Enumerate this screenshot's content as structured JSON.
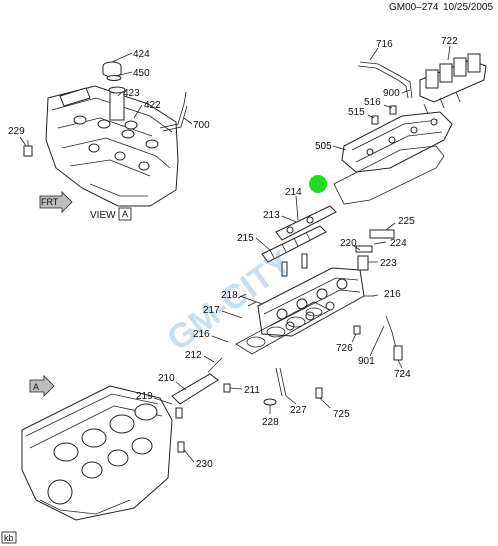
{
  "header": {
    "diagram_id": "GM00–274",
    "date": "10/25/2005"
  },
  "view_label": {
    "text": "VIEW",
    "letter": "A"
  },
  "view_marker": "A",
  "front_arrow_text": "FRT",
  "footer_code": "kb",
  "watermark": "GM-CITY",
  "highlight_color": "#22dd22",
  "callouts": {
    "c424": "424",
    "c450": "450",
    "c423": "423",
    "c422": "422",
    "c700": "700",
    "c229": "229",
    "c716": "716",
    "c722": "722",
    "c900": "900",
    "c516": "516",
    "c515": "515",
    "c505": "505",
    "c214": "214",
    "c213": "213",
    "c215": "215",
    "c225": "225",
    "c220": "220",
    "c224": "224",
    "c223": "223",
    "c218": "218",
    "c216a": "216",
    "c217": "217",
    "c216b": "216",
    "c212": "212",
    "c726": "726",
    "c901": "901",
    "c724": "724",
    "c210": "210",
    "c219": "219",
    "c211": "211",
    "c227": "227",
    "c725": "725",
    "c228": "228",
    "c230": "230"
  }
}
